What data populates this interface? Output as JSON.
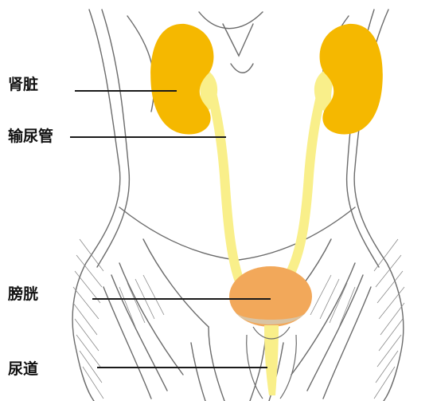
{
  "labels": {
    "kidney": "肾脏",
    "ureter": "输尿管",
    "bladder": "膀胱",
    "urethra": "尿道"
  },
  "colors": {
    "kidney": "#f5b800",
    "ureter": "#f9ef8a",
    "bladder": "#f2a85a",
    "sketch": "#6b6b6b",
    "leader": "#1a1a1a"
  }
}
